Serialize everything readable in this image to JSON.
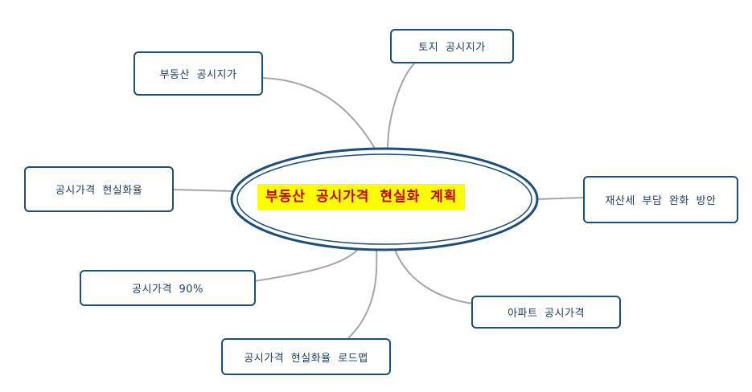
{
  "center": {
    "label": "부동산 공시가격 현실화 계획"
  },
  "nodes": {
    "land_price": "토지 공시지가",
    "property_land_price": "부동산 공시지가",
    "realization_rate": "공시가격 현실화율",
    "tax_relief": "재산세 부담 완화 방안",
    "price_90": "공시가격 90%",
    "apartment_price": "아파트 공시가격",
    "roadmap": "공시가격 현실화율 로드맵"
  },
  "colors": {
    "node_border": "#1f4e79",
    "connector": "#a6a6a6",
    "center_highlight": "#ffff00",
    "center_text": "#c00000",
    "underline": "#ff00ff"
  }
}
